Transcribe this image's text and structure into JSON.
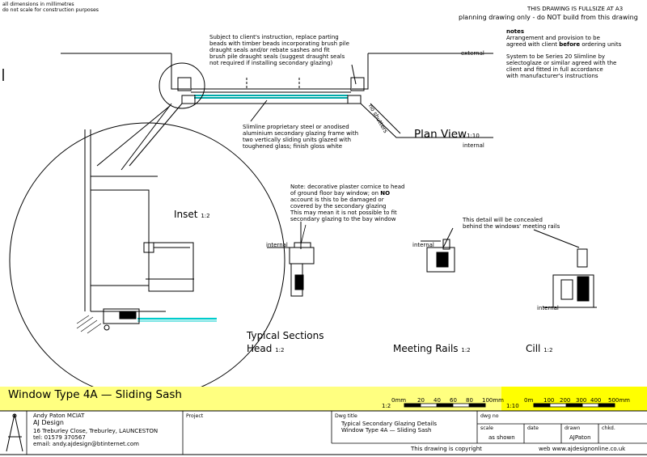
{
  "header": {
    "dims_note": "all dimensions in millimetres",
    "scale_note": "do not scale for construction purposes",
    "fullsize": "THIS DRAWING IS FULLSIZE AT A3",
    "planning": "planning drawing only - do NOT build from this drawing"
  },
  "notes": {
    "title": "notes",
    "line1": "Arrangement and provision to be",
    "line2_pre": "agreed with client ",
    "line2_bold": "before",
    "line2_post": " ordering units",
    "line3": "System to be Series 20 Slimline by",
    "line4": "selectoglaze or similar agreed with the",
    "line5": "client and fitted in full accordance",
    "line6": "with manufacturer's instructions"
  },
  "plan": {
    "instruction_1": "Subject to client's instruction, replace parting",
    "instruction_2": "beads with timber beads incorporating brush pile",
    "instruction_3": "draught seals and/or rebate sashes and fit",
    "instruction_4": "brush pile draught seals (suggest draught seals",
    "instruction_5": "not required if installing secondary glazing)",
    "external": "external",
    "internal": "internal",
    "no_shutters": "no shutters",
    "title": "Plan View",
    "scale": "1:10",
    "slimline_1": "Slimline proprietary steel or anodised",
    "slimline_2": "aluminium secondary glazing frame with",
    "slimline_3": "two vertically sliding units glazed with",
    "slimline_4": "toughened glass; finish gloss white"
  },
  "inset": {
    "title": "Inset",
    "scale": "1:2"
  },
  "sections": {
    "note_1": "Note: decorative plaster cornice to head",
    "note_2_pre": "of ground floor bay window; on ",
    "note_2_bold": "NO",
    "note_3": "account is this to be damaged or",
    "note_4": "covered by the secondary glazing",
    "note_5": "This may mean it is not possible to fit",
    "note_6": "secondary glazing to the bay window",
    "meeting_note_1": "This detail will be concealed",
    "meeting_note_2": "behind the windows' meeting rails",
    "internal": "internal",
    "typical": "Typical Sections",
    "head": "Head",
    "meeting": "Meeting Rails",
    "cill": "Cill",
    "scale": "1:2"
  },
  "title_block": {
    "window_type": "Window Type 4A — Sliding Sash",
    "scale_left_a": "0mm",
    "scale_left_ticks": [
      "20",
      "40",
      "60",
      "80"
    ],
    "scale_left_end": "100mm",
    "scale_left_label": "1:2",
    "scale_right_a": "0m",
    "scale_right_ticks": [
      "100",
      "200",
      "300",
      "400"
    ],
    "scale_right_end": "500mm",
    "scale_right_label": "1:10",
    "name": "Andy Paton MCIAT",
    "company": "AJ Design",
    "address": "16 Treburley Close, Treburley, LAUNCESTON",
    "tel": "tel: 01579 370567",
    "email": "email: andy.ajdesign@btinternet.com",
    "project_label": "Project",
    "dwg_title_label": "Dwg title",
    "dwg_title_1": "Typical Secondary Glazing Details",
    "dwg_title_2": "Window Type 4A — Sliding Sash",
    "dwg_no_label": "dwg no",
    "scale_label": "scale",
    "scale_value": "as shown",
    "date_label": "date",
    "drawn_label": "drawn",
    "drawn_value": "AJPaton",
    "chkd_label": "chkd.",
    "copyright": "This drawing is copyright",
    "web": "web www.ajdesignonline.co.uk"
  }
}
